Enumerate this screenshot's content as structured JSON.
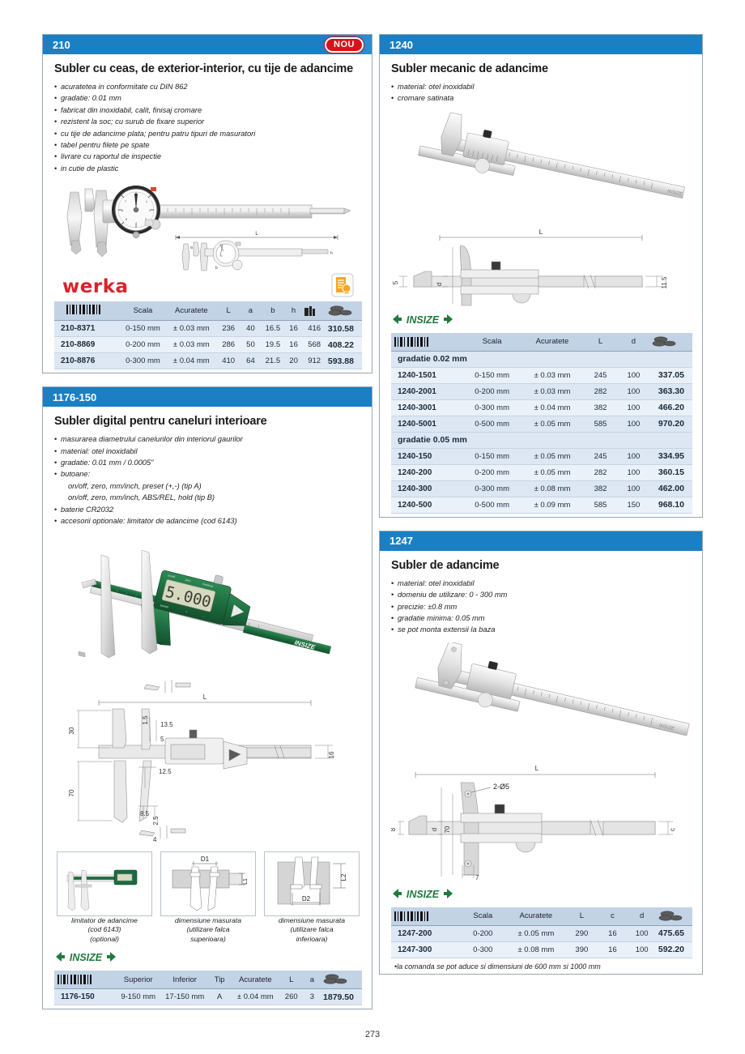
{
  "page": {
    "number": "273"
  },
  "icons": {
    "barcode": "barcode-icon",
    "coins": "coins-icon",
    "box": "box-icon",
    "certificate": "certificate-icon"
  },
  "brands": {
    "werka": "werka",
    "insize": "INSIZE"
  },
  "left": {
    "product_210": {
      "code": "210",
      "badge": "NOU",
      "title": "Subler cu ceas, de exterior-interior, cu tije de adancime",
      "features": [
        "acuratetea in conformitate cu DIN 862",
        "gradatie: 0.01 mm",
        "fabricat din inoxidabil, calit, finisaj cromare",
        "rezistent la soc; cu surub de fixare superior",
        "cu tije de adancime plata; pentru patru tipuri de masuratori",
        "tabel pentru filete pe spate",
        "livrare cu raportul de inspectie",
        "in cutie de plastic"
      ],
      "diagram_labels": {
        "L": "L",
        "a": "a",
        "b": "b",
        "h": "h"
      },
      "table": {
        "headers": [
          "barcode-icon",
          "Scala",
          "Acuratete",
          "L",
          "a",
          "b",
          "h",
          "box-icon",
          "coins-icon"
        ],
        "rows": [
          {
            "code": "210-8371",
            "scala": "0-150 mm",
            "acuratete": "± 0.03 mm",
            "L": "236",
            "a": "40",
            "b": "16.5",
            "h": "16",
            "g": "416",
            "price": "310.58"
          },
          {
            "code": "210-8869",
            "scala": "0-200 mm",
            "acuratete": "± 0.03 mm",
            "L": "286",
            "a": "50",
            "b": "19.5",
            "h": "16",
            "g": "568",
            "price": "408.22"
          },
          {
            "code": "210-8876",
            "scala": "0-300 mm",
            "acuratete": "± 0.04 mm",
            "L": "410",
            "a": "64",
            "b": "21.5",
            "h": "20",
            "g": "912",
            "price": "593.88"
          }
        ]
      }
    },
    "product_1176": {
      "code": "1176-150",
      "title": "Subler digital pentru caneluri interioare",
      "features": [
        "masurarea diametrului canelurilor din interiorul gaurilor",
        "material: otel inoxidabil",
        "gradatie: 0.01 mm / 0.0005\"",
        "butoane:",
        "on/off, zero, mm/inch, preset (+,-) (tip A)",
        "on/off, zero, mm/inch, ABS/REL, hold (tip B)",
        "baterie CR2032",
        "accesorii optionale: limitator de adancime (cod 6143)"
      ],
      "display_value": "5.000",
      "diagram_labels": {
        "L": "L",
        "d30": "30",
        "d70": "70",
        "d15": "1.5",
        "d135": "13.5",
        "d5": "5",
        "d125": "12.5",
        "d85": "8.5",
        "d25": "2.5",
        "d16": "16",
        "d4": "4"
      },
      "figures": [
        {
          "caption_lines": [
            "limitator de adancime",
            "(cod 6143)",
            "(optional)"
          ],
          "labels": []
        },
        {
          "caption_lines": [
            "dimensiune masurata",
            "(utilizare falca",
            "superioara)"
          ],
          "labels": [
            "D1",
            "L1"
          ]
        },
        {
          "caption_lines": [
            "dimensiune masurata",
            "(utilizare falca",
            "inferioara)"
          ],
          "labels": [
            "L2",
            "D2"
          ]
        }
      ],
      "table": {
        "headers": [
          "barcode-icon",
          "Superior",
          "Inferior",
          "Tip",
          "Acuratete",
          "L",
          "a",
          "coins-icon"
        ],
        "rows": [
          {
            "code": "1176-150",
            "superior": "9-150 mm",
            "inferior": "17-150 mm",
            "tip": "A",
            "acuratete": "± 0.04 mm",
            "L": "260",
            "a": "3",
            "price": "1879.50"
          }
        ]
      }
    }
  },
  "right": {
    "product_1240": {
      "code": "1240",
      "title": "Subler mecanic de adancime",
      "features": [
        "material: otel inoxidabil",
        "cromare satinata"
      ],
      "diagram_labels": {
        "L": "L",
        "d": "d",
        "h115": "11.5",
        "h5": "5"
      },
      "table": {
        "headers": [
          "barcode-icon",
          "Scala",
          "Acuratete",
          "L",
          "d",
          "coins-icon"
        ],
        "groups": [
          {
            "label": "gradatie 0.02 mm",
            "rows": [
              {
                "code": "1240-1501",
                "scala": "0-150 mm",
                "acuratete": "± 0.03 mm",
                "L": "245",
                "d": "100",
                "price": "337.05"
              },
              {
                "code": "1240-2001",
                "scala": "0-200 mm",
                "acuratete": "± 0.03 mm",
                "L": "282",
                "d": "100",
                "price": "363.30"
              },
              {
                "code": "1240-3001",
                "scala": "0-300 mm",
                "acuratete": "± 0.04 mm",
                "L": "382",
                "d": "100",
                "price": "466.20"
              },
              {
                "code": "1240-5001",
                "scala": "0-500 mm",
                "acuratete": "± 0.05 mm",
                "L": "585",
                "d": "100",
                "price": "970.20"
              }
            ]
          },
          {
            "label": "gradatie 0.05 mm",
            "rows": [
              {
                "code": "1240-150",
                "scala": "0-150 mm",
                "acuratete": "± 0.05 mm",
                "L": "245",
                "d": "100",
                "price": "334.95"
              },
              {
                "code": "1240-200",
                "scala": "0-200 mm",
                "acuratete": "± 0.05 mm",
                "L": "282",
                "d": "100",
                "price": "360.15"
              },
              {
                "code": "1240-300",
                "scala": "0-300 mm",
                "acuratete": "± 0.08 mm",
                "L": "382",
                "d": "100",
                "price": "462.00"
              },
              {
                "code": "1240-500",
                "scala": "0-500 mm",
                "acuratete": "± 0.09 mm",
                "L": "585",
                "d": "150",
                "price": "968.10"
              }
            ]
          }
        ]
      }
    },
    "product_1247": {
      "code": "1247",
      "title": "Subler de adancime",
      "features": [
        "material: otel inoxidabil",
        "domeniu de utilizare: 0 - 300 mm",
        "precizie: ±0.8 mm",
        "gradatie minima: 0.05 mm",
        "se pot monta extensii la baza"
      ],
      "diagram_labels": {
        "L": "L",
        "holes": "2-Ø5",
        "d": "d",
        "d70": "70",
        "d8": "8",
        "c": "c",
        "d7": "7"
      },
      "table": {
        "headers": [
          "barcode-icon",
          "Scala",
          "Acuratete",
          "L",
          "c",
          "d",
          "coins-icon"
        ],
        "rows": [
          {
            "code": "1247-200",
            "scala": "0-200",
            "acuratete": "± 0.05 mm",
            "L": "290",
            "c": "16",
            "d": "100",
            "price": "475.65"
          },
          {
            "code": "1247-300",
            "scala": "0-300",
            "acuratete": "± 0.08 mm",
            "L": "390",
            "c": "16",
            "d": "100",
            "price": "592.20"
          }
        ]
      },
      "note": "la comanda se pot aduce si dimensiuni de 600 mm si 1000 mm"
    }
  },
  "colors": {
    "header_blue": "#1b7fc4",
    "badge_red": "#d8121a",
    "werka_red": "#d8232a",
    "insize_green": "#1f7a3d",
    "table_header": "#c3d3e6",
    "table_row": "#dce7f3"
  }
}
